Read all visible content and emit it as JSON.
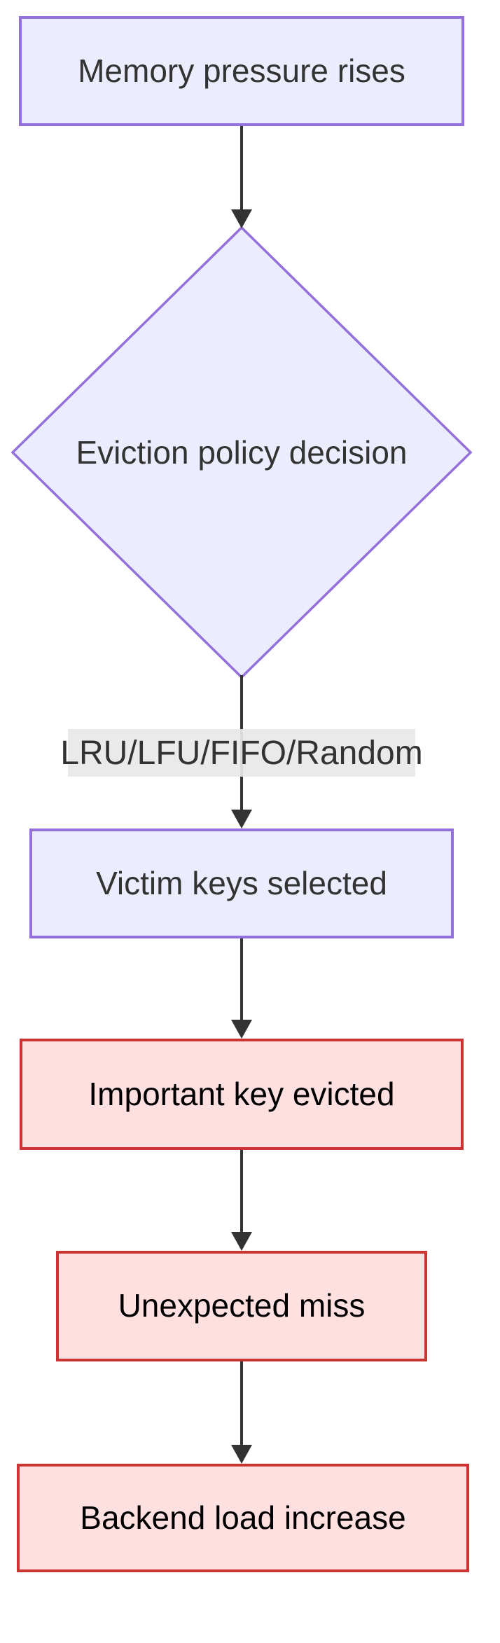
{
  "diagram": {
    "type": "flowchart",
    "direction": "top-down",
    "nodes": [
      {
        "label": "Memory pressure rises",
        "shape": "rectangle",
        "theme": "purple"
      },
      {
        "label": "Eviction policy decision",
        "shape": "diamond",
        "theme": "purple"
      },
      {
        "label": "Victim keys selected",
        "shape": "rectangle",
        "theme": "purple"
      },
      {
        "label": "Important key evicted",
        "shape": "rectangle",
        "theme": "red"
      },
      {
        "label": "Unexpected miss",
        "shape": "rectangle",
        "theme": "red"
      },
      {
        "label": "Backend load increase",
        "shape": "rectangle",
        "theme": "red"
      }
    ],
    "edges": [
      {
        "from": 0,
        "to": 1
      },
      {
        "from": 1,
        "to": 2,
        "label": "LRU/LFU/FIFO/Random"
      },
      {
        "from": 2,
        "to": 3
      },
      {
        "from": 3,
        "to": 4
      },
      {
        "from": 4,
        "to": 5
      }
    ],
    "colors": {
      "purple_fill": "#ECECFF",
      "purple_border": "#9370DB",
      "red_fill": "#FFE0E0",
      "red_border": "#CC3333",
      "edge_line": "#333333",
      "edge_label_bg": "#E8E8E8",
      "node_text": "#333333",
      "red_node_text": "#000000"
    }
  }
}
